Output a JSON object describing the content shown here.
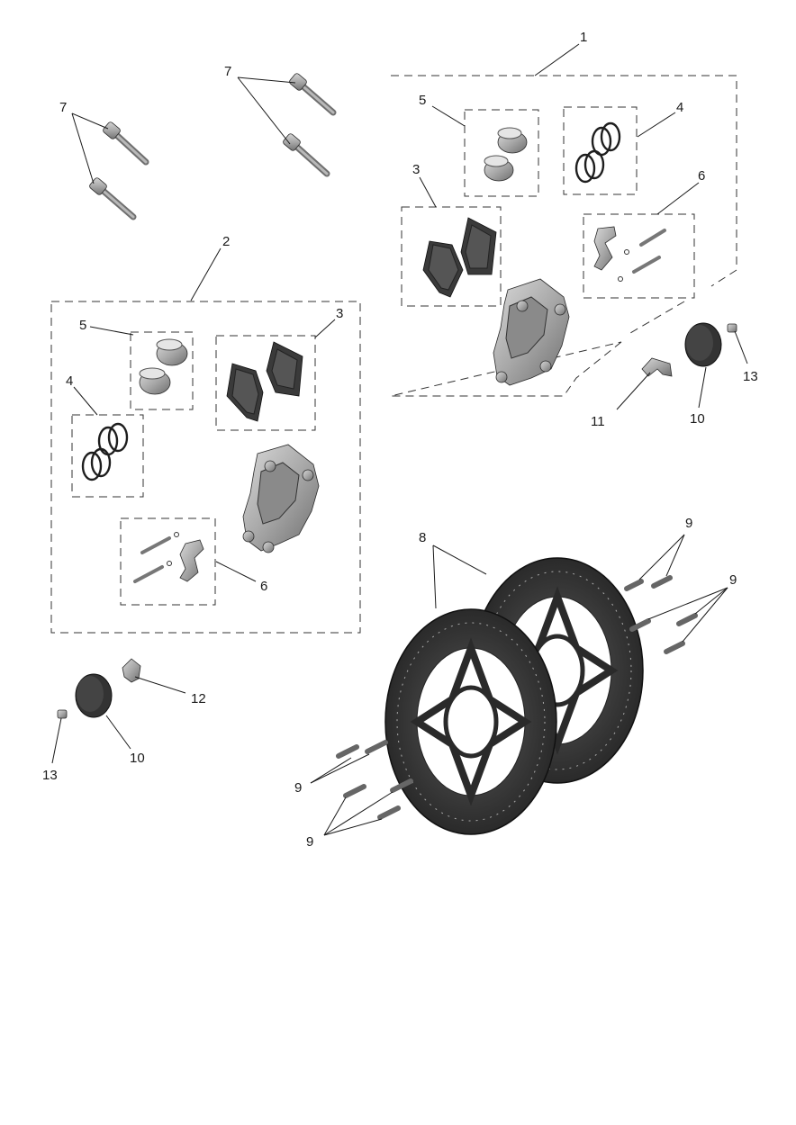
{
  "diagram": {
    "callouts": {
      "c1": "1",
      "c2": "2",
      "c3a": "3",
      "c3b": "3",
      "c4a": "4",
      "c4b": "4",
      "c5a": "5",
      "c5b": "5",
      "c6a": "6",
      "c6b": "6",
      "c7a": "7",
      "c7b": "7",
      "c8": "8",
      "c9a": "9",
      "c9b": "9",
      "c9c": "9",
      "c9d": "9",
      "c10a": "10",
      "c10b": "10",
      "c11": "11",
      "c12": "12",
      "c13a": "13",
      "c13b": "13"
    }
  }
}
